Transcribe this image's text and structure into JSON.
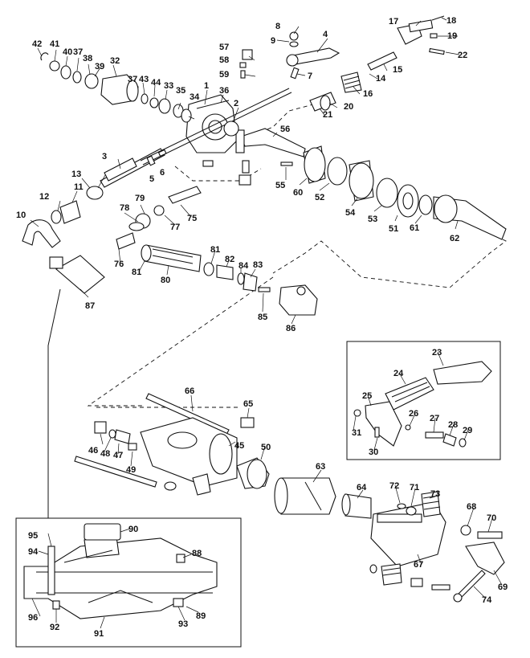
{
  "labels": {
    "l1": "1",
    "l2": "2",
    "l3": "3",
    "l4": "4",
    "l5": "5",
    "l6": "6",
    "l7": "7",
    "l8": "8",
    "l9": "9",
    "l10": "10",
    "l11": "11",
    "l12": "12",
    "l13": "13",
    "l14": "14",
    "l15": "15",
    "l16": "16",
    "l17": "17",
    "l18": "18",
    "l19": "19",
    "l20": "20",
    "l21": "21",
    "l22": "22",
    "l23": "23",
    "l24": "24",
    "l25": "25",
    "l26": "26",
    "l27": "27",
    "l28": "28",
    "l29": "29",
    "l30": "30",
    "l31": "31",
    "l32": "32",
    "l33": "33",
    "l34": "34",
    "l35": "35",
    "l36": "36",
    "l37a": "37",
    "l37b": "37",
    "l38": "38",
    "l39": "39",
    "l40": "40",
    "l41": "41",
    "l42": "42",
    "l43": "43",
    "l44": "44",
    "l45": "45",
    "l46": "46",
    "l47": "47",
    "l48": "48",
    "l49": "49",
    "l50": "50",
    "l51": "51",
    "l52": "52",
    "l53": "53",
    "l54": "54",
    "l55": "55",
    "l56": "56",
    "l57": "57",
    "l58": "58",
    "l59": "59",
    "l60": "60",
    "l61": "61",
    "l62": "62",
    "l63": "63",
    "l64": "64",
    "l65": "65",
    "l66": "66",
    "l67": "67",
    "l68": "68",
    "l69": "69",
    "l70": "70",
    "l71": "71",
    "l72": "72",
    "l73": "73",
    "l74": "74",
    "l75": "75",
    "l76": "76",
    "l77": "77",
    "l78": "78",
    "l79": "79",
    "l80": "80",
    "l81a": "81",
    "l81b": "81",
    "l82": "82",
    "l83": "83",
    "l84": "84",
    "l85": "85",
    "l86": "86",
    "l87": "87",
    "l88": "88",
    "l89": "89",
    "l90": "90",
    "l91": "91",
    "l92": "92",
    "l93": "93",
    "l94": "94",
    "l95": "95",
    "l96": "96"
  }
}
